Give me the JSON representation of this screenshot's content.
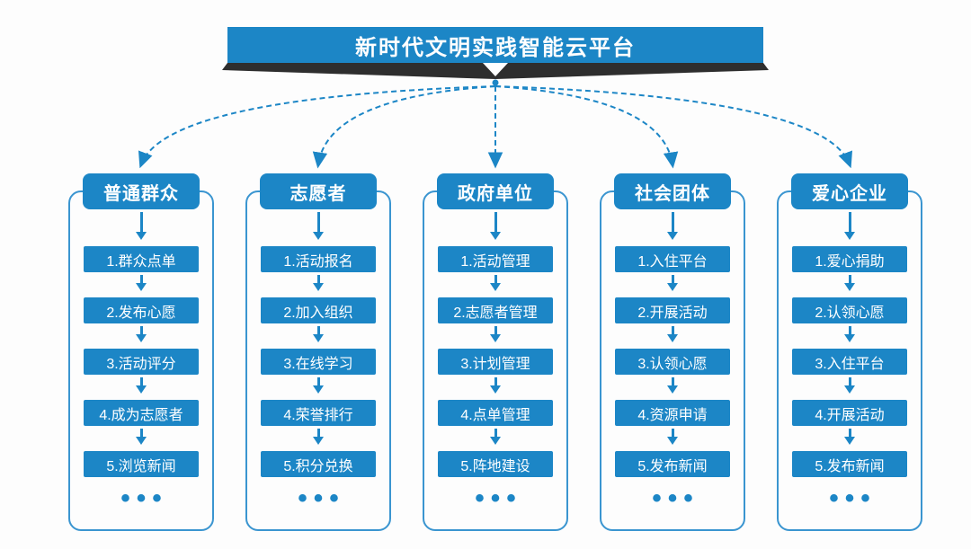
{
  "title": "新时代文明实践智能云平台",
  "more_indicator": "•••",
  "colors": {
    "primary": "#1c86c6",
    "panelBorder": "#3a95d0",
    "ribbon": "#2e2e2e",
    "background": "#fdfdfd"
  },
  "columns": [
    {
      "header": "普通群众",
      "items": [
        "1.群众点单",
        "2.发布心愿",
        "3.活动评分",
        "4.成为志愿者",
        "5.浏览新闻"
      ]
    },
    {
      "header": "志愿者",
      "items": [
        "1.活动报名",
        "2.加入组织",
        "3.在线学习",
        "4.荣誉排行",
        "5.积分兑换"
      ]
    },
    {
      "header": "政府单位",
      "items": [
        "1.活动管理",
        "2.志愿者管理",
        "3.计划管理",
        "4.点单管理",
        "5.阵地建设"
      ]
    },
    {
      "header": "社会团体",
      "items": [
        "1.入住平台",
        "2.开展活动",
        "3.认领心愿",
        "4.资源申请",
        "5.发布新闻"
      ]
    },
    {
      "header": "爱心企业",
      "items": [
        "1.爱心捐助",
        "2.认领心愿",
        "3.入住平台",
        "4.开展活动",
        "5.发布新闻"
      ]
    }
  ]
}
